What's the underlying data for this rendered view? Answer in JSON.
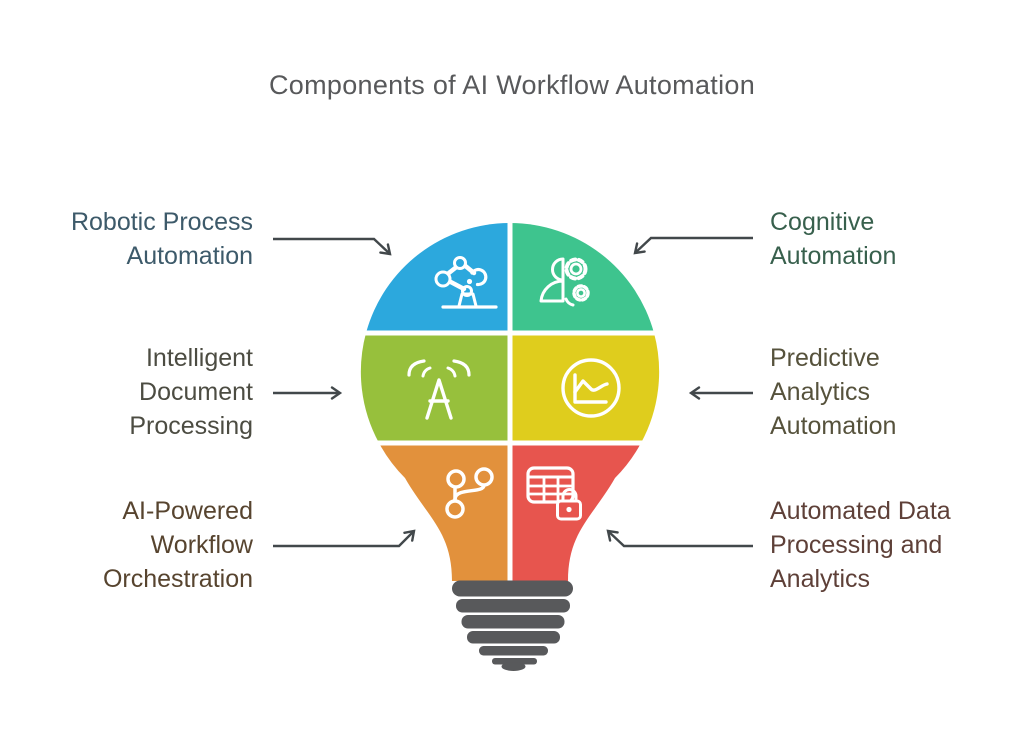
{
  "title": "Components of AI Workflow Automation",
  "title_color": "#58595B",
  "background_color": "#FFFFFF",
  "arrow_color": "#42484B",
  "labels": [
    {
      "text": "Robotic Process Automation",
      "color": "#3D5A6A",
      "side": "left"
    },
    {
      "text": "Intelligent Document Processing",
      "color": "#4C4C42",
      "side": "left"
    },
    {
      "text": "AI-Powered Workflow Orchestration",
      "color": "#57442F",
      "side": "left"
    },
    {
      "text": "Cognitive Automation",
      "color": "#38604D",
      "side": "right"
    },
    {
      "text": "Predictive Analytics Automation",
      "color": "#56523C",
      "side": "right"
    },
    {
      "text": "Automated Data Processing and Analytics",
      "color": "#5E4038",
      "side": "right"
    }
  ],
  "segments": [
    {
      "name": "Robotic Process Automation",
      "color": "#2CA8DD",
      "icon": "robot-arm-icon"
    },
    {
      "name": "Cognitive Automation",
      "color": "#3EC48E",
      "icon": "person-gears-icon"
    },
    {
      "name": "Intelligent Document Processing",
      "color": "#97C03C",
      "icon": "voice-ai-icon"
    },
    {
      "name": "Predictive Analytics Automation",
      "color": "#DFCD1D",
      "icon": "line-chart-icon"
    },
    {
      "name": "AI-Powered Workflow Orchestration",
      "color": "#E2913C",
      "icon": "git-branch-icon"
    },
    {
      "name": "Automated Data Processing and Analytics",
      "color": "#E7554E",
      "icon": "table-lock-icon"
    }
  ],
  "bulb": {
    "base_color": "#58595B",
    "divider_color": "#FFFFFF",
    "icon_color": "#FFFFFF"
  }
}
